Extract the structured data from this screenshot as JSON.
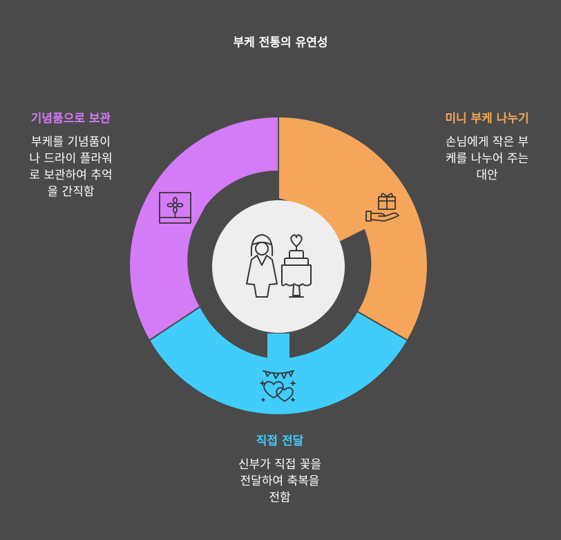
{
  "title": "부케 전통의 유연성",
  "colors": {
    "background": "#4a4a4a",
    "keepsake": "#d47cf7",
    "mini": "#f6a65a",
    "direct": "#40cdfc",
    "center": "#eeeeee",
    "icon_stroke": "#333333"
  },
  "segments": [
    {
      "id": "keepsake",
      "heading": "기념품으로 보관",
      "body": [
        "부케를 기념품이",
        "나 드라이 플라워",
        "로 보관하여 추억",
        "을 간직함"
      ],
      "icon": "framed-flower-icon"
    },
    {
      "id": "mini",
      "heading": "미니 부케 나누기",
      "body": [
        "손님에게 작은 부",
        "케를 나누어 주는",
        "대안"
      ],
      "icon": "gift-in-hand-icon"
    },
    {
      "id": "direct",
      "heading": "직접 전달",
      "body": [
        "신부가 직접 꽃을",
        "전달하여 축복을",
        "전함"
      ],
      "icon": "hearts-with-bunting-icon"
    }
  ],
  "center_icon": "bride-and-wedding-cake-icon"
}
